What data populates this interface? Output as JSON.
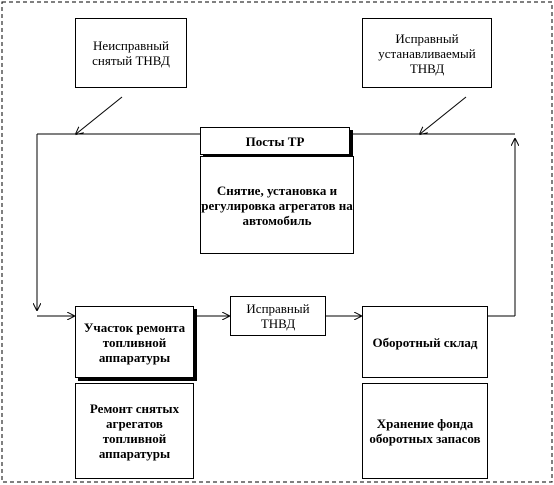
{
  "nodes": {
    "removed_faulty_pump": "Неисправный снятый ТНВД",
    "installed_serviceable_pump": "Исправный устанавливаемый ТНВД",
    "maintenance_posts": "Посты ТР",
    "maintenance_posts_desc": "Снятие, установка и регулировка агрегатов на автомобиль",
    "repair_section": "Участок ремонта топливной аппаратуры",
    "repair_section_desc": "Ремонт снятых агрегатов топливной аппаратуры",
    "serviceable_pump": "Исправный ТНВД",
    "revolving_warehouse": "Оборотный склад",
    "revolving_warehouse_desc": "Хранение фонда оборотных запасов"
  }
}
